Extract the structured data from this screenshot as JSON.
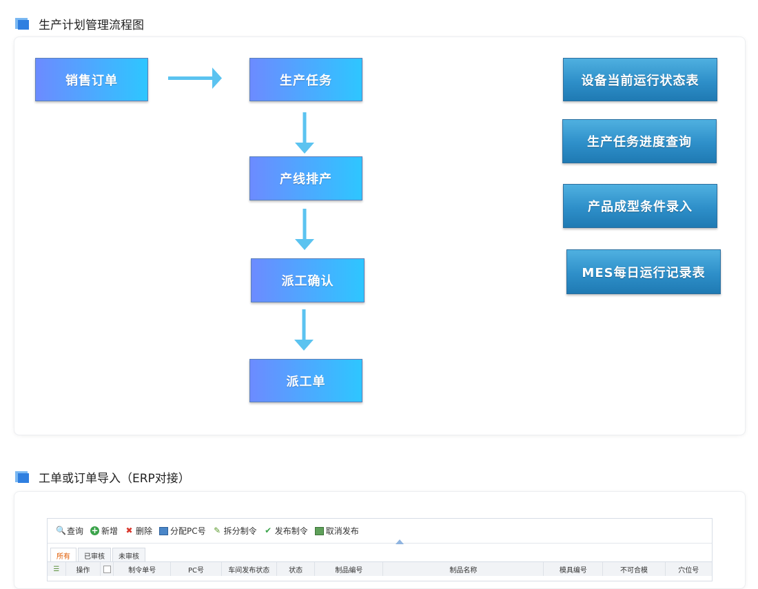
{
  "section1": {
    "title": "生产计划管理流程图"
  },
  "flow": {
    "sales_order": "销售订单",
    "production_task": "生产任务",
    "line_schedule": "产线排产",
    "dispatch_confirm": "派工确认",
    "dispatch_order": "派工单"
  },
  "side": {
    "equipment_status": "设备当前运行状态表",
    "task_progress": "生产任务进度查询",
    "molding_conditions": "产品成型条件录入",
    "mes_daily": "MES每日运行记录表"
  },
  "section2": {
    "title": "工单或订单导入（ERP对接）"
  },
  "toolbar": {
    "query": "查询",
    "add": "新增",
    "delete": "删除",
    "assign_pc": "分配PC号",
    "split_order": "拆分制令",
    "publish_order": "发布制令",
    "cancel_publish": "取消发布"
  },
  "tabs": [
    "所有",
    "已审核",
    "未审核"
  ],
  "columns": [
    "操作",
    "制令单号",
    "PC号",
    "车间发布状态",
    "状态",
    "制品编号",
    "制品名称",
    "模具编号",
    "不可合模",
    "穴位号"
  ],
  "colors": {
    "accent": "#2f7fe0",
    "arrow": "#5bc3f0"
  }
}
